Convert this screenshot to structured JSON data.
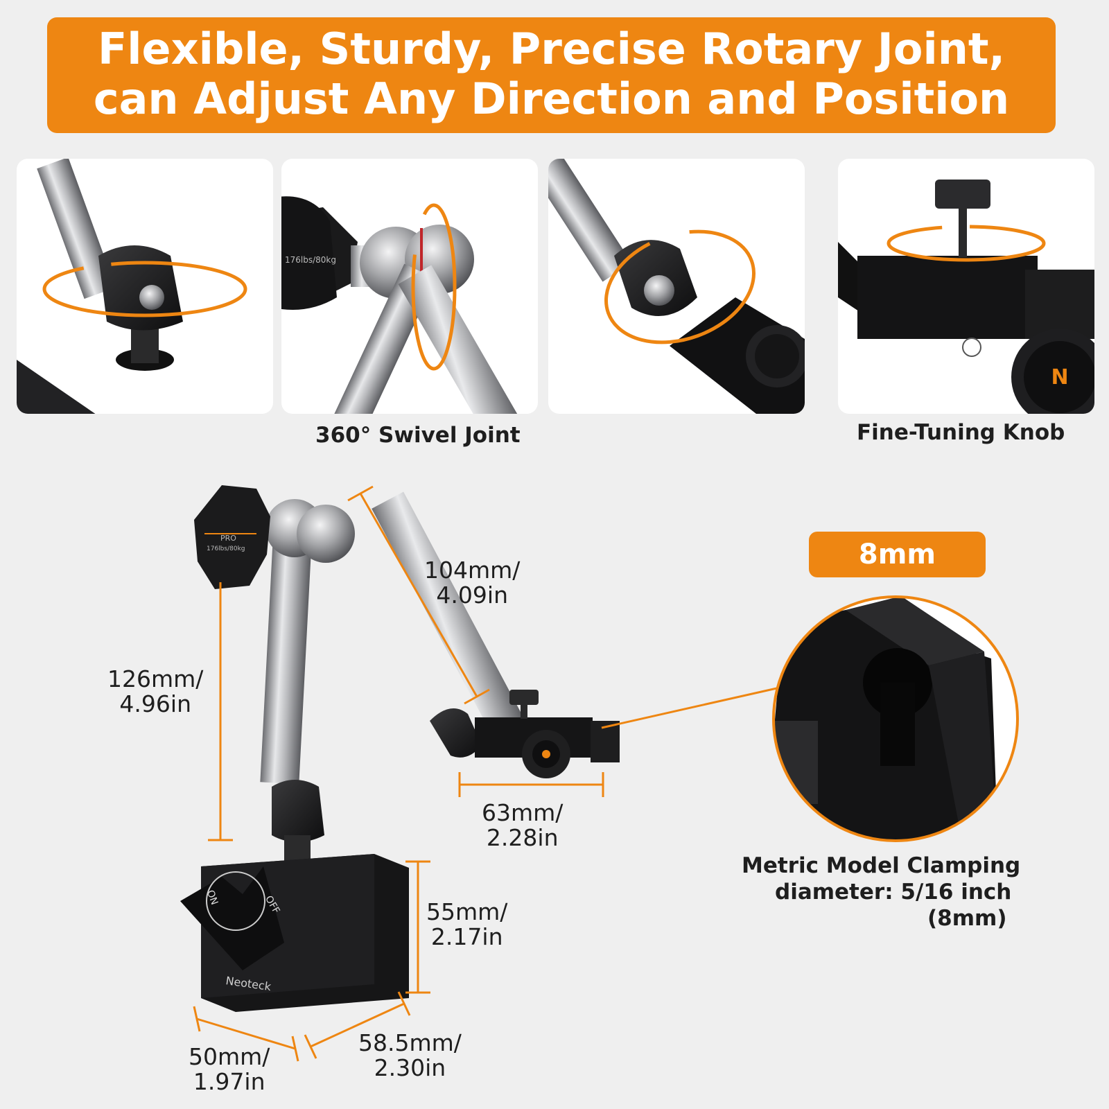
{
  "banner": {
    "line1": "Flexible, Sturdy, Precise Rotary Joint,",
    "line2": "can Adjust Any Direction and Position"
  },
  "panels": {
    "swivel_caption": "360° Swivel Joint",
    "knob_caption": "Fine-Tuning Knob",
    "knob_brand_text": "PRO",
    "knob_capacity_text": "176lbs/80kg"
  },
  "dimensions": {
    "arm_upper": {
      "mm": "104mm/",
      "in": "4.09in"
    },
    "arm_lower": {
      "mm": "126mm/",
      "in": "4.96in"
    },
    "clamp_width": {
      "mm": "63mm/",
      "in": "2.28in"
    },
    "base_height": {
      "mm": "55mm/",
      "in": "2.17in"
    },
    "base_width": {
      "mm": "50mm/",
      "in": "1.97in"
    },
    "base_depth": {
      "mm": "58.5mm/",
      "in": "2.30in"
    }
  },
  "clamp_detail": {
    "tag": "8mm",
    "line1": "Metric Model Clamping",
    "line2": "diameter: 5/16 inch",
    "line3": "(8mm)"
  },
  "base": {
    "on_label": "ON",
    "off_label": "OFF",
    "brand": "Neoteck"
  },
  "colors": {
    "accent": "#ee8612",
    "background": "#efefef",
    "metal_dark": "#1a1a1a",
    "steel": "#a9aaad"
  }
}
